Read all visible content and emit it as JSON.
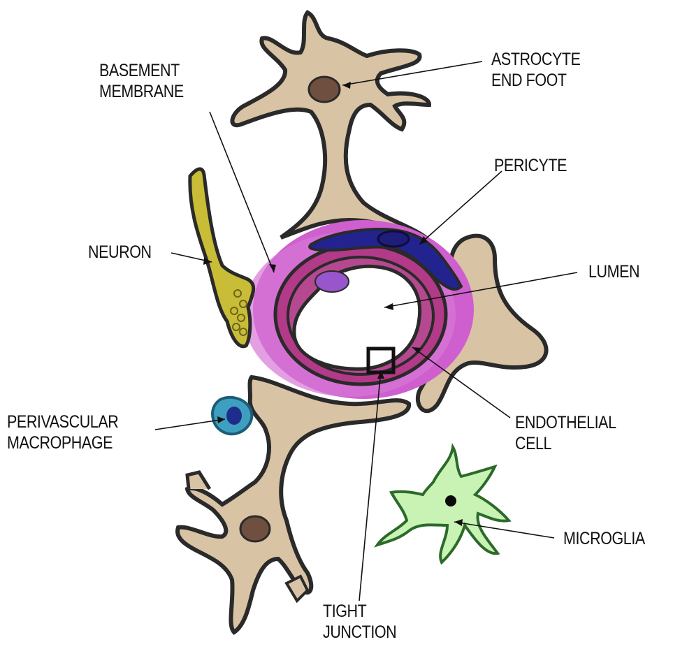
{
  "labels": {
    "basement_membrane": [
      "BASEMENT",
      "MEMBRANE"
    ],
    "astrocyte_end_foot": [
      "ASTROCYTE",
      "END FOOT"
    ],
    "pericyte": [
      "PERICYTE"
    ],
    "neuron": [
      "NEURON"
    ],
    "lumen": [
      "LUMEN"
    ],
    "perivascular_macrophage": [
      "PERIVASCULAR",
      "MACROPHAGE"
    ],
    "endothelial_cell": [
      "ENDOTHELIAL",
      "CELL"
    ],
    "microglia": [
      "MICROGLIA"
    ],
    "tight_junction": [
      "TIGHT",
      "JUNCTION"
    ]
  },
  "colors": {
    "astrocyte": "#d9c3a5",
    "astrocyte_nucleus": "#6e4f40",
    "basement_membrane": "#cf5fce",
    "endothelial": "#b33a88",
    "pericyte": "#23238f",
    "neuron": "#c9bc36",
    "macrophage": "#3f9fc0",
    "microglia": "#c8f3b4",
    "outline": "#2a2a2a"
  }
}
